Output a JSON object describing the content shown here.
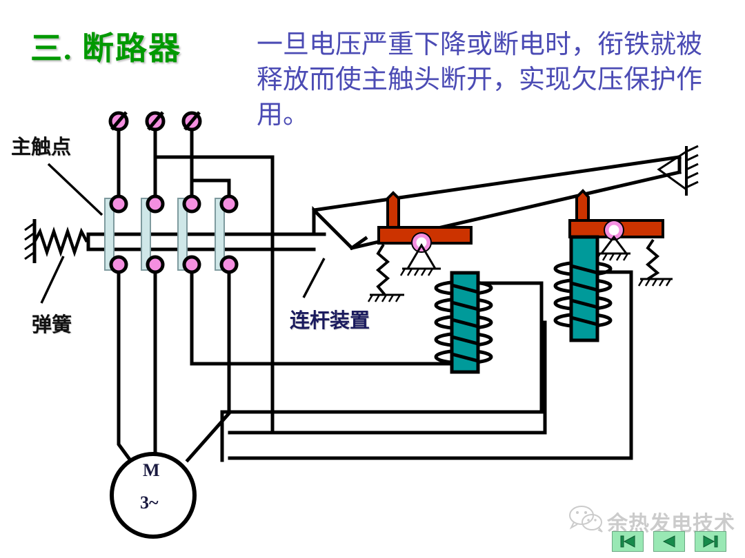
{
  "slide": {
    "title": "三.  断路器",
    "body_text": "一旦电压严重下降或断电时，衔铁就被释放而使主触头断开，实现欠压保护作用。",
    "title_color": "#009900",
    "body_color": "#4b4bb4",
    "background": "#ffffff"
  },
  "labels": {
    "main_contact": "主触点",
    "spring": "弹簧",
    "linkage": "连杆装置"
  },
  "motor": {
    "symbol": "M",
    "phase": "3~"
  },
  "colors": {
    "contact_dot": "#f48fe0",
    "contact_bar": "#cfe7e8",
    "coil_core": "#009a9a",
    "lever_red": "#cc3300",
    "pivot_ring": "#f48fe0",
    "wire": "#000000",
    "nav_button_fill": "#99e8b4",
    "nav_button_glyph": "#178b4b"
  },
  "watermark": {
    "icon": "wechat-icon",
    "text": "余热发电技术"
  },
  "nav_buttons": [
    {
      "name": "first-slide-button",
      "glyph": "|◀"
    },
    {
      "name": "previous-slide-button",
      "glyph": "◀"
    },
    {
      "name": "next-slide-button",
      "glyph": "▶|"
    }
  ],
  "diagram": {
    "type": "circuit-schematic",
    "description": "三相断路器原理图：主触点、弹簧、连杆装置、脱扣线圈与三相电动机",
    "terminals_top": 3,
    "contact_poles": 4,
    "coils": 2
  }
}
